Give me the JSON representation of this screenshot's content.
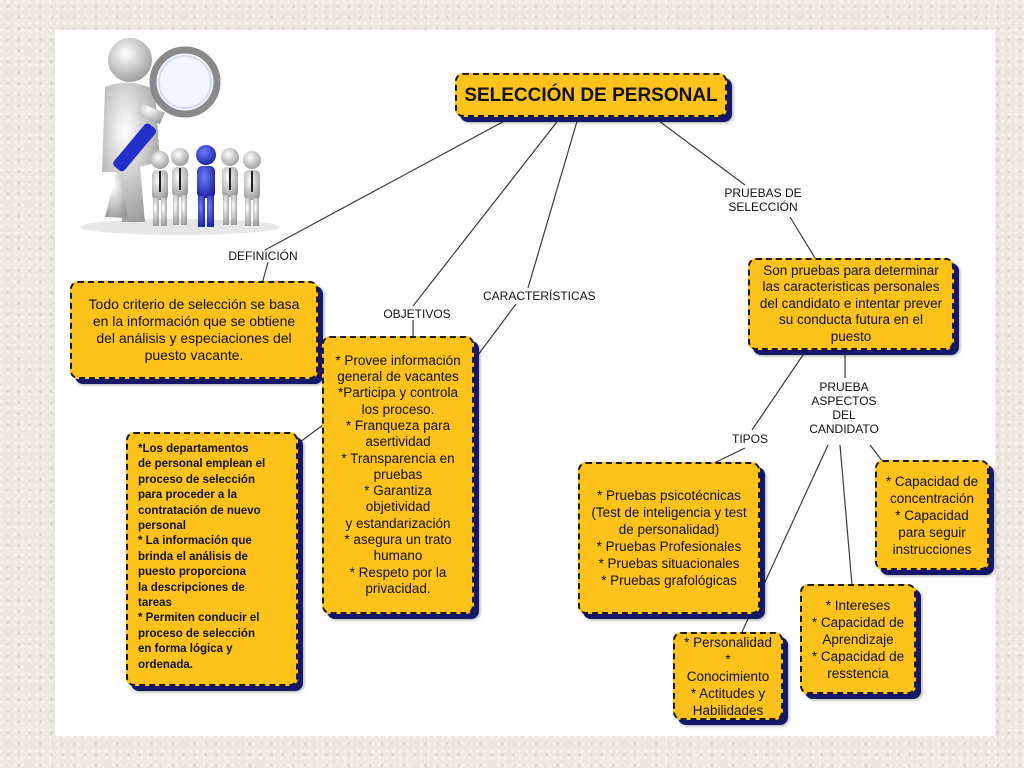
{
  "title": "SELECCIÓN DE PERSONAL",
  "labels": {
    "definicion": "DEFINICIÓN",
    "objetivos": "OBJETIVOS",
    "caracteristicas": "CARACTERÍSTICAS",
    "pruebas": "PRUEBAS DE\nSELECCIÓN",
    "tipos": "TIPOS",
    "aspectos": "PRUEBA\nASPECTOS\nDEL\nCANDIDATO"
  },
  "nodes": {
    "definicion": "Todo criterio de selección se basa\nen la información que se obtiene\ndel análisis y especiaciones del\npuesto vacante.",
    "objetivos": "* Provee información\ngeneral de vacantes\n*Participa y controla\nlos proceso.\n* Franqueza para\nasertividad\n* Transparencia en\npruebas\n* Garantiza objetividad\ny estandarización\n* asegura un trato\nhumano\n* Respeto por la\nprivacidad.",
    "caracteristicas": "*Los departamentos\nde personal emplean el\nproceso de selección\npara proceder a la\ncontratación de nuevo\npersonal\n* La información que\nbrinda el análisis de\npuesto proporciona\nla descripciones de\ntareas\n* Permiten conducir el\nproceso de selección\nen forma lógica y ordenada.",
    "pruebas": "Son pruebas  para determinar\nlas caracteristicas personales\ndel candidato e intentar prever\nsu conducta futura en el puesto",
    "tipos": "* Pruebas psicotécnicas\n(Test de inteligencia y test\nde personalidad)\n* Pruebas Profesionales\n* Pruebas situacionales\n* Pruebas grafológicas",
    "personalidad": "* Personalidad\n* Conocimiento\n* Actitudes y\nHabilidades",
    "intereses": "* Intereses\n* Capacidad de\nAprendizaje\n* Capacidad de\nresstencia",
    "concentracion": "* Capacidad de\nconcentración\n* Capacidad\npara seguir\ninstrucciones"
  },
  "colors": {
    "box_fill": "#fec21b",
    "box_border": "#1b1b1b",
    "box_shadow": "#17176a",
    "line": "#3a3a3a",
    "figure_highlight": "#2430c8"
  },
  "icons": {
    "clipart": "magnifier-searching-people-icon"
  }
}
